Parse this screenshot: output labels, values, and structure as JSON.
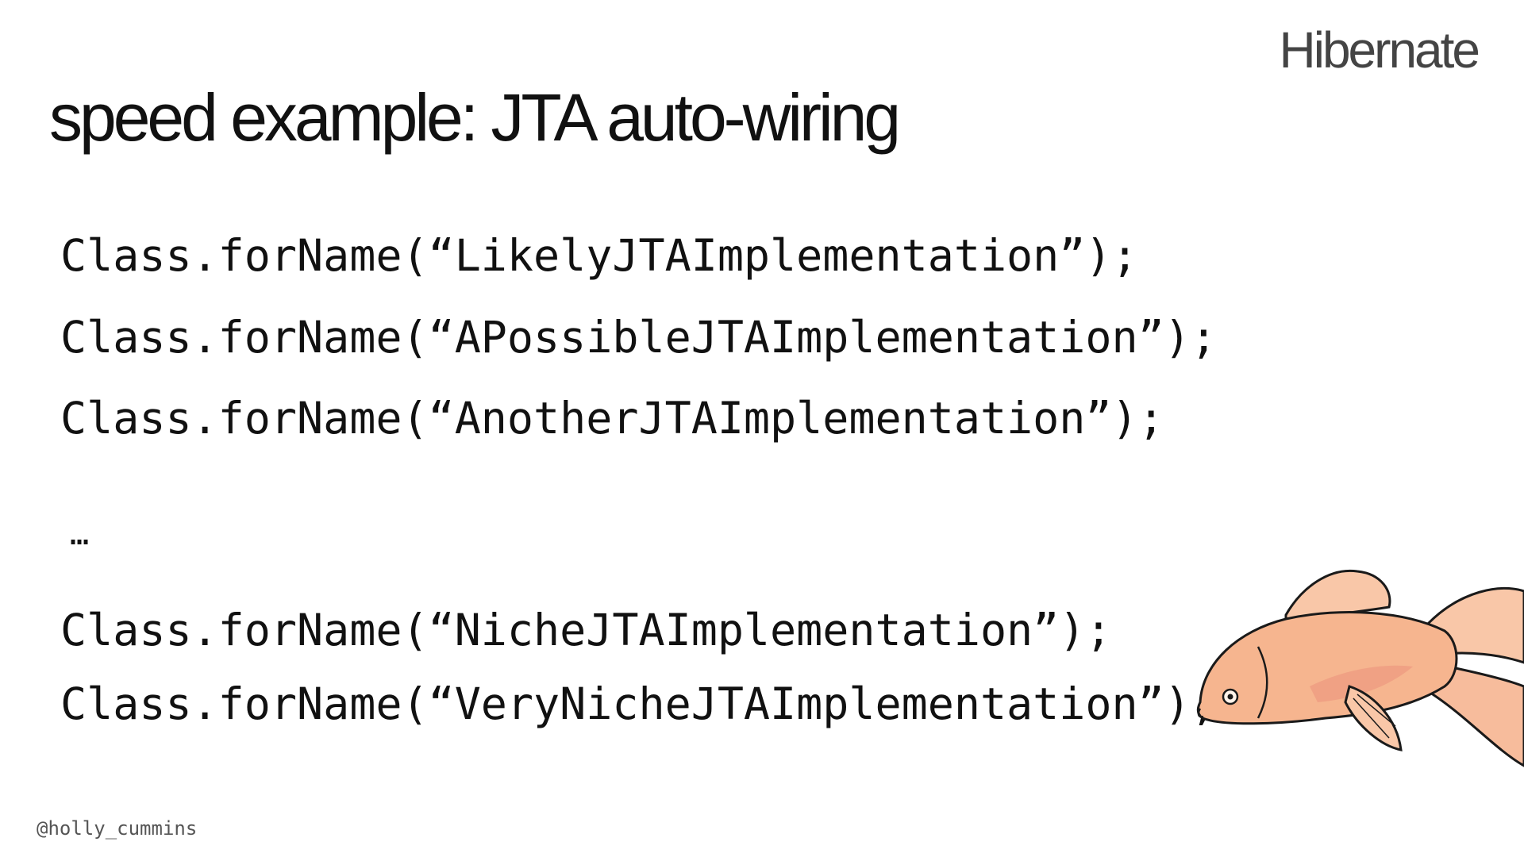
{
  "brand": "Hibernate",
  "title": "speed example: JTA auto-wiring",
  "code": {
    "line1": "Class.forName(“LikelyJTAImplementation”);",
    "line2": "Class.forName(“APossibleJTAImplementation”);",
    "line3": "Class.forName(“AnotherJTAImplementation”);",
    "ellipsis": "…",
    "line4": "Class.forName(“NicheJTAImplementation”);",
    "line5": "Class.forName(“VeryNicheJTAImplementation”);"
  },
  "handle": "@holly_cummins",
  "illustration": {
    "icon": "goldfish-illustration",
    "colors": {
      "body": "#f6b58f",
      "fin": "#f9c7a8",
      "accent": "#e98a78",
      "outline": "#1a1a1a"
    }
  }
}
